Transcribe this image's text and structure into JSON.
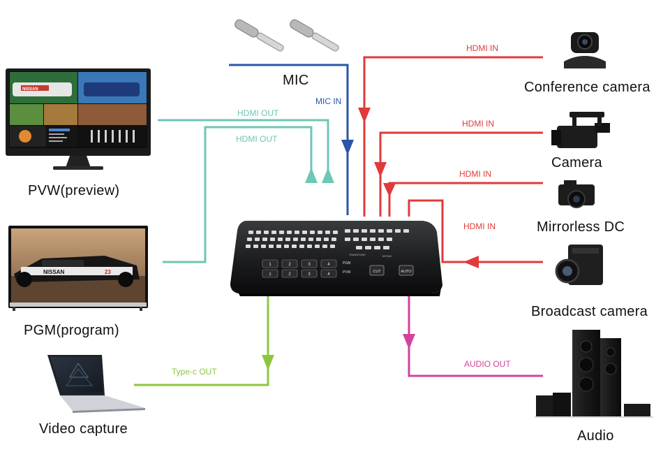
{
  "colors": {
    "hdmi_out": "#6cc7b4",
    "hdmi_in": "#e03a3a",
    "mic_in": "#2a55a8",
    "usb_out": "#8cc63f",
    "audio_out": "#d2439a"
  },
  "devices": {
    "pvw": "PVW(preview)",
    "pgm": "PGM(program)",
    "capture": "Video capture",
    "mic": "MIC",
    "conference": "Conference camera",
    "camera": "Camera",
    "mirrorless": "Mirrorless DC",
    "broadcast": "Broadcast camera",
    "audio": "Audio"
  },
  "connections": {
    "hdmi_out_1": "HDMI OUT",
    "hdmi_out_2": "HDMI OUT",
    "mic_in": "MIC  IN",
    "hdmi_in_1": "HDMI IN",
    "hdmi_in_2": "HDMI IN",
    "hdmi_in_3": "HDMI IN",
    "hdmi_in_4": "HDMI IN",
    "usb_out": "Type-c OUT",
    "audio_out": "AUDIO OUT"
  },
  "switcher": {
    "bus_pgm": "PGM",
    "bus_pvw": "PVW",
    "cut_button": "CUT",
    "auto_button": "AUTO",
    "transitions_label": "TRANSITIONS",
    "keying_label": "KEYING",
    "pvw_screen_brand": "NISSAN",
    "pgm_screen_brand": "NISSAN",
    "pgm_screen_number": "23"
  },
  "input_numbers": [
    "1",
    "2",
    "3",
    "4"
  ]
}
